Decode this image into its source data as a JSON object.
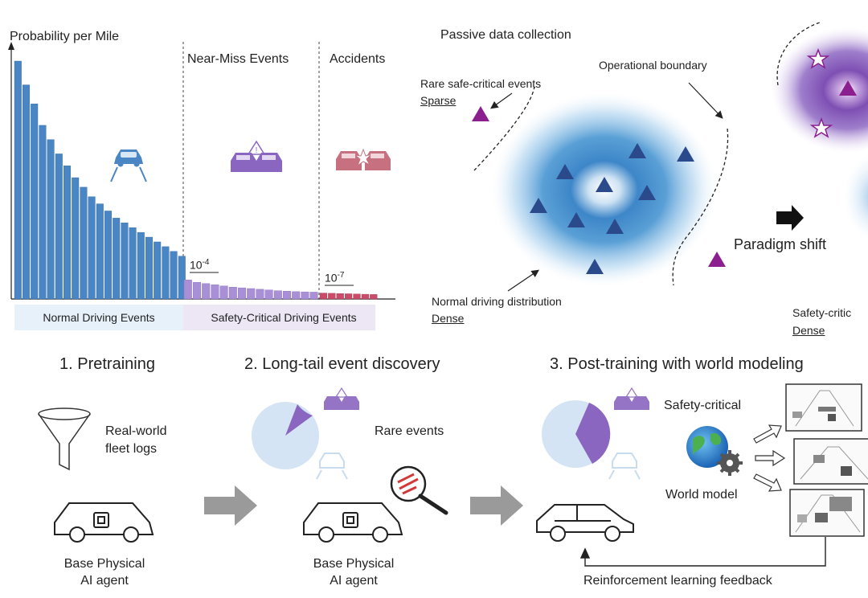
{
  "chart_data": {
    "type": "bar",
    "ylabel": "Probability per Mile",
    "section_labels": [
      "Near-Miss Events",
      "Accidents"
    ],
    "thresholds": [
      "10-4",
      "10-7"
    ],
    "series": [
      {
        "values": [
          100,
          90,
          82,
          73,
          67,
          61,
          56,
          51,
          47,
          43,
          40,
          37,
          34,
          32,
          30,
          28,
          26,
          24,
          22,
          20,
          18
        ]
      },
      {
        "values": [
          8,
          7,
          6.5,
          6,
          5.5,
          5,
          4.7,
          4.4,
          4.1,
          3.8,
          3.5,
          3.3,
          3.1,
          3,
          2.9
        ]
      },
      {
        "values": [
          2.5,
          2.4,
          2.3,
          2.2,
          2.1,
          2,
          1.9
        ]
      }
    ],
    "band_labels": [
      "Normal Driving Events",
      "Safety-Critical Driving Events"
    ]
  },
  "distribution": {
    "title": "Passive data collection",
    "rare_label": "Rare safe-critical events",
    "rare_density": "Sparse",
    "boundary_label": "Operational boundary",
    "normal_label": "Normal driving distribution",
    "normal_density": "Dense",
    "shift_label": "Paradigm shift",
    "safety_label": "Safety-critic",
    "safety_density": "Dense"
  },
  "steps": [
    {
      "title": "1. Pretraining",
      "input": "Real-world",
      "input2": "fleet logs",
      "agent1": "Base Physical",
      "agent2": "AI agent"
    },
    {
      "title": "2. Long-tail event discovery",
      "rare": "Rare events",
      "agent1": "Base Physical",
      "agent2": "AI agent"
    },
    {
      "title": "3. Post-training with world modeling",
      "safety": "Safety-critical",
      "world": "World model",
      "feedback": "Reinforcement learning feedback"
    }
  ],
  "colors": {
    "blue": "#4a86c4",
    "purple": "#8a66c0",
    "red": "#c24d66",
    "triangle": "#2b4a8c",
    "rare": "#8b1f8f"
  }
}
